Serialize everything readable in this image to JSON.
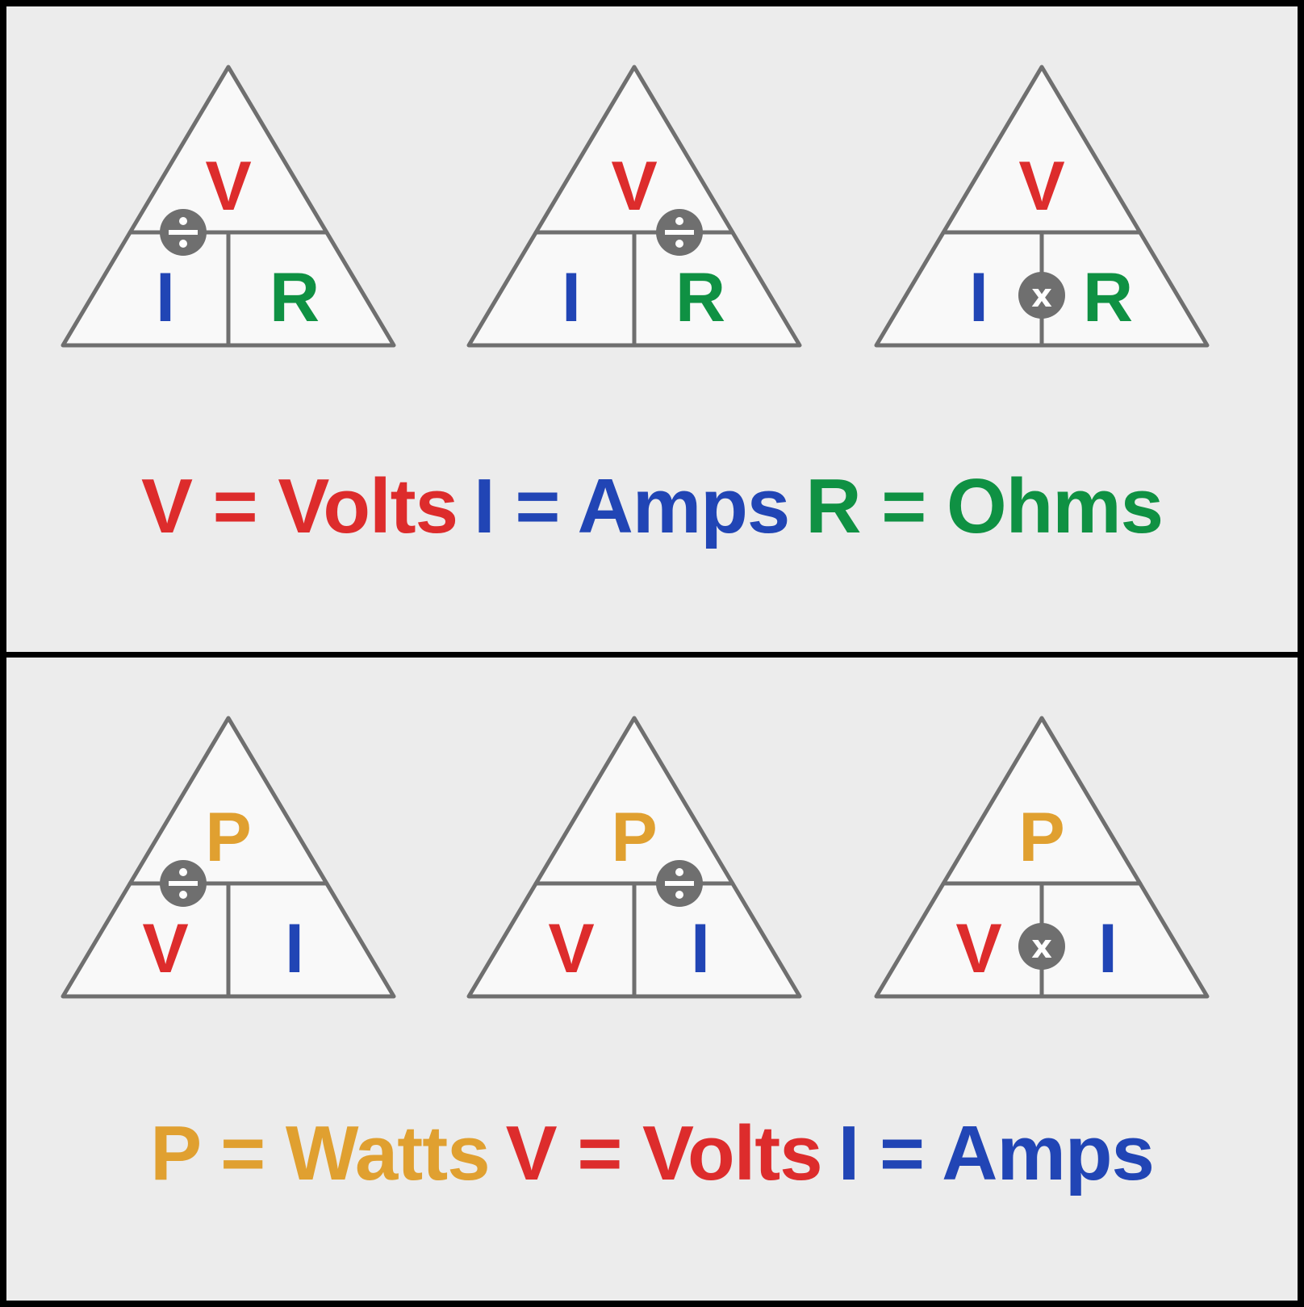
{
  "colors": {
    "V": "#dd2c2c",
    "I": "#2145b5",
    "R": "#0f9143",
    "P": "#e0a030",
    "outline": "#6f6f6f",
    "background": "#ececec",
    "separator": "#000000"
  },
  "ohms_law": {
    "triangles": [
      {
        "top": "V",
        "left": "I",
        "right": "R",
        "operator": "÷",
        "operator_icon": "divide-icon",
        "operator_position": "left"
      },
      {
        "top": "V",
        "left": "I",
        "right": "R",
        "operator": "÷",
        "operator_icon": "divide-icon",
        "operator_position": "right"
      },
      {
        "top": "V",
        "left": "I",
        "right": "R",
        "operator": "x",
        "operator_icon": "multiply-icon",
        "operator_position": "bottom"
      }
    ],
    "legend": [
      {
        "text": "V = Volts",
        "color_key": "V"
      },
      {
        "text": "I = Amps",
        "color_key": "I"
      },
      {
        "text": "R = Ohms",
        "color_key": "R"
      }
    ]
  },
  "power_law": {
    "triangles": [
      {
        "top": "P",
        "left": "V",
        "right": "I",
        "operator": "÷",
        "operator_icon": "divide-icon",
        "operator_position": "left"
      },
      {
        "top": "P",
        "left": "V",
        "right": "I",
        "operator": "÷",
        "operator_icon": "divide-icon",
        "operator_position": "right"
      },
      {
        "top": "P",
        "left": "V",
        "right": "I",
        "operator": "x",
        "operator_icon": "multiply-icon",
        "operator_position": "bottom"
      }
    ],
    "legend": [
      {
        "text": "P = Watts",
        "color_key": "P"
      },
      {
        "text": "V = Volts",
        "color_key": "V"
      },
      {
        "text": "I = Amps",
        "color_key": "I"
      }
    ]
  }
}
